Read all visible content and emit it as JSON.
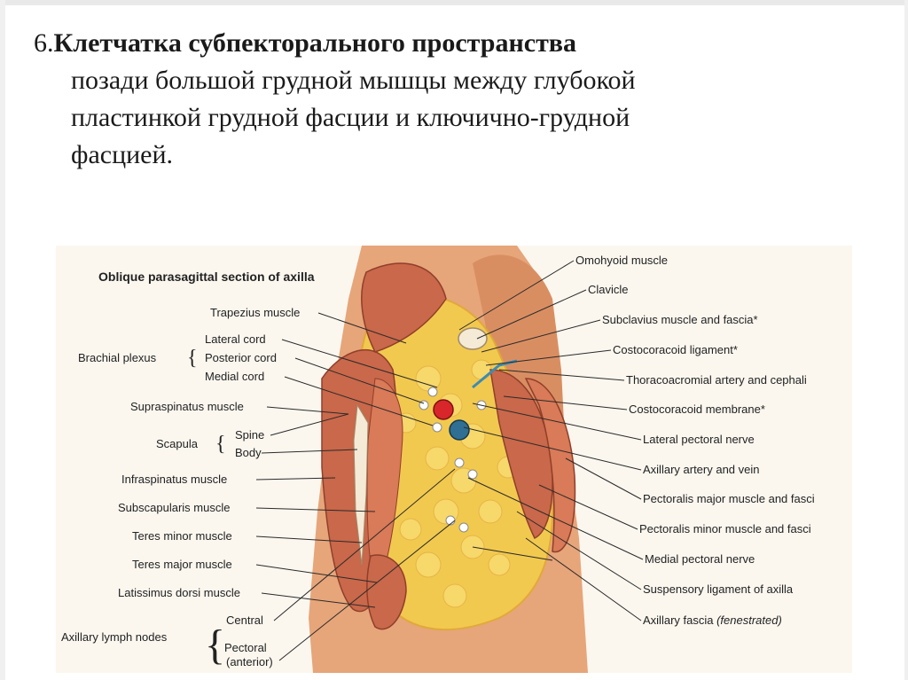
{
  "slide": {
    "number": "6.",
    "title": "Клетчатка субпекторального пространства",
    "body_lines": [
      "позади большой грудной мышцы между глубокой",
      "пластинкой грудной фасции и ключично-грудной",
      "фасцией."
    ]
  },
  "figure": {
    "title": "Oblique parasagittal section of axilla",
    "left_labels": {
      "trapezius": "Trapezius muscle",
      "brachial_plexus": "Brachial plexus",
      "lateral_cord": "Lateral cord",
      "posterior_cord": "Posterior cord",
      "medial_cord": "Medial cord",
      "supraspinatus": "Supraspinatus muscle",
      "scapula": "Scapula",
      "spine": "Spine",
      "body": "Body",
      "infraspinatus": "Infraspinatus muscle",
      "subscapularis": "Subscapularis muscle",
      "teres_minor": "Teres minor muscle",
      "teres_major": "Teres major muscle",
      "latissimus": "Latissimus dorsi muscle",
      "axillary_lymph": "Axillary lymph nodes",
      "central": "Central",
      "pectoral": "Pectoral",
      "anterior": "(anterior)"
    },
    "right_labels": {
      "omohyoid": "Omohyoid muscle",
      "clavicle": "Clavicle",
      "subclavius": "Subclavius muscle and fascia*",
      "costocoracoid_lig": "Costocoracoid ligament*",
      "thoracoacromial": "Thoracoacromial artery and cephali",
      "costocoracoid_mem": "Costocoracoid membrane*",
      "lateral_pectoral": "Lateral pectoral nerve",
      "axillary_artery": "Axillary artery and vein",
      "pect_major": "Pectoralis major muscle and fasci",
      "pect_minor": "Pectoralis minor muscle and fasci",
      "medial_pectoral": "Medial pectoral nerve",
      "suspensory": "Suspensory ligament of axilla",
      "axillary_fascia": "Axillary fascia",
      "fenestrated": "(fenestrated)"
    }
  }
}
